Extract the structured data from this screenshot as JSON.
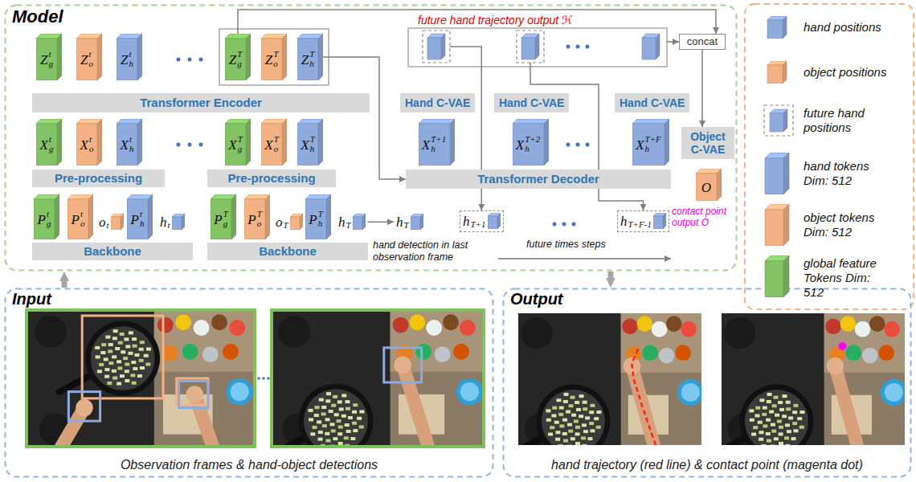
{
  "diagram": {
    "nodes": [
      {
        "text": [
          "Model"
        ]
      },
      {
        "text": [
          "Z",
          "g",
          "t"
        ],
        "in": 0
      },
      {
        "text": [
          "Z",
          "o",
          "t"
        ],
        "in": 0
      },
      {
        "text": [
          "Z",
          "h",
          "t"
        ],
        "in": 0
      },
      {
        "text": [
          "Z",
          "g",
          "T"
        ],
        "in": 0
      },
      {
        "text": [
          "Z",
          "o",
          "T"
        ],
        "in": 0
      },
      {
        "text": [
          "Z",
          "h",
          "T"
        ],
        "in": 0
      },
      {
        "text": [
          "concat"
        ],
        "in": 0
      },
      {
        "text": [
          "Transformer Encoder"
        ],
        "in": 0
      },
      {
        "text": [
          "Hand C-VAE"
        ],
        "in": 0
      },
      {
        "text": [
          "Hand C-VAE"
        ],
        "in": 0
      },
      {
        "text": [
          "Hand C-VAE"
        ],
        "in": 0
      },
      {
        "text": [
          "X",
          "g",
          "t"
        ],
        "in": 0
      },
      {
        "text": [
          "X",
          "o",
          "t"
        ],
        "in": 0
      },
      {
        "text": [
          "X",
          "h",
          "t"
        ],
        "in": 0
      },
      {
        "text": [
          "X",
          "g",
          "T"
        ],
        "in": 0
      },
      {
        "text": [
          "X",
          "o",
          "T"
        ],
        "in": 0
      },
      {
        "text": [
          "X",
          "h",
          "T"
        ],
        "in": 0
      },
      {
        "text": [
          "X",
          "h",
          "T+1"
        ],
        "in": 0
      },
      {
        "text": [
          "X",
          "h",
          "T+2"
        ],
        "in": 0
      },
      {
        "text": [
          "X",
          "h",
          "T+F"
        ],
        "in": 0
      },
      {
        "text": [
          "Object C-VAE"
        ],
        "in": 0
      },
      {
        "text": [
          "Pre-processing"
        ],
        "in": 0
      },
      {
        "text": [
          "Pre-processing"
        ],
        "in": 0
      },
      {
        "text": [
          "Transformer Decoder"
        ],
        "in": 0
      },
      {
        "text": [
          "O"
        ],
        "in": 0
      },
      {
        "text": [
          "P",
          "g",
          "t"
        ],
        "in": 0
      },
      {
        "text": [
          "P",
          "o",
          "t"
        ],
        "in": 0
      },
      {
        "text": [
          "o",
          "t"
        ],
        "in": 0
      },
      {
        "text": [
          "P",
          "h",
          "t"
        ],
        "in": 0
      },
      {
        "text": [
          "h",
          "t"
        ],
        "in": 0
      },
      {
        "text": [
          "P",
          "g",
          "T"
        ],
        "in": 0
      },
      {
        "text": [
          "P",
          "o",
          "T"
        ],
        "in": 0
      },
      {
        "text": [
          "o",
          "T"
        ],
        "in": 0
      },
      {
        "text": [
          "P",
          "h",
          "T"
        ],
        "in": 0
      },
      {
        "text": [
          "h",
          "T"
        ],
        "in": 0
      },
      {
        "text": [
          "h",
          "T"
        ],
        "in": 0
      },
      {
        "text": [
          "h",
          "T+1"
        ],
        "in": 0
      },
      {
        "text": [
          "h",
          "T+F-1"
        ],
        "in": 0
      },
      {
        "text": [
          "Backbone"
        ],
        "in": 0
      },
      {
        "text": [
          "Backbone"
        ],
        "in": 0
      },
      {
        "text": [
          "Input",
          "Observation frames & hand-object detections"
        ]
      },
      {
        "text": [
          "Output",
          "hand trajectory (red line) & contact point (magenta dot)"
        ]
      }
    ],
    "edges": [
      {
        "from": 6,
        "to": 24,
        "arrow": "to"
      },
      {
        "from": 4,
        "to": 7,
        "arrow": "to"
      },
      {
        "from": 35,
        "to": 36,
        "arrow": "to"
      },
      {
        "from": 7,
        "to": 21,
        "arrow": "to"
      },
      {
        "from": 41,
        "to": 0,
        "arrow": "to"
      },
      {
        "from": 0,
        "to": 42,
        "arrow": "to"
      }
    ],
    "labels": [
      "future hand trajectory output ℋ",
      "hand detection in last observation frame",
      "future times steps",
      "contact point output O"
    ],
    "legend": [
      {
        "text": "hand positions",
        "color": "#8faadc"
      },
      {
        "text": "object positions",
        "color": "#f4b183"
      },
      {
        "text": "future hand positions",
        "color": "#8faadc"
      },
      {
        "text": "hand tokens Dim: 512",
        "color": "#8faadc"
      },
      {
        "text": "object tokens Dim: 512",
        "color": "#f4b183"
      },
      {
        "text": "global feature Tokens Dim: 512",
        "color": "#84c266"
      }
    ]
  }
}
